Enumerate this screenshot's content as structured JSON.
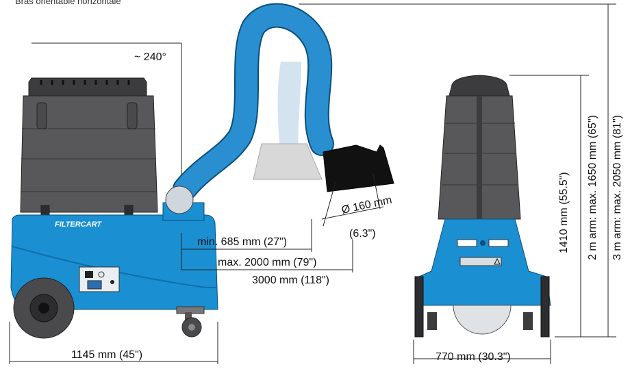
{
  "caption_top": "Bras orientable horizontale",
  "angle_label": "~ 240°",
  "brand_label": "FILTERCART",
  "dims": {
    "min_reach": "min. 685 mm (27\")",
    "max_reach": "max. 2000 mm (79\")",
    "reach_3000": "3000 mm (118\")",
    "hood_diameter": "Ø 160 mm",
    "hood_diameter_in": "(6.3\")",
    "length": "1145 mm (45\")",
    "width": "770 mm (30.3\")",
    "height": "1410 mm (55.5\")",
    "arm_2m": "2 m arm: max. 1650 mm (65\")",
    "arm_3m": "3 m arm: max. 2050 mm (81\")"
  },
  "colors": {
    "body_blue": "#1a8fd1",
    "body_blue_dark": "#0f6fa8",
    "tank_gray": "#58585a",
    "tank_dark": "#3c3c3e",
    "hose_blue": "#2a8fd0",
    "hose_ghost": "#c9dcec",
    "hood_black": "#111111",
    "hood_ghost": "#d8d8d8",
    "wheel": "#4a4a4c"
  }
}
